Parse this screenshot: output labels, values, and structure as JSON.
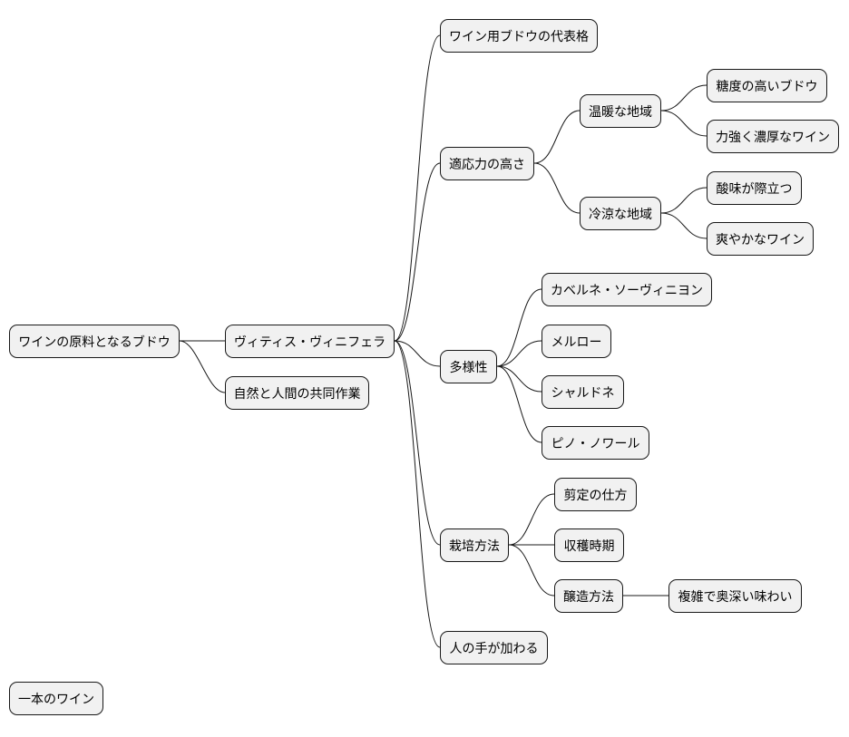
{
  "mindmap": {
    "root": "ワインの原料となるブドウ",
    "vitis": "ヴィティス・ヴィニフェラ",
    "collab": "自然と人間の共同作業",
    "rep": "ワイン用ブドウの代表格",
    "adapt": "適応力の高さ",
    "warm": "温暖な地域",
    "warm_sugar": "糖度の高いブドウ",
    "warm_wine": "力強く濃厚なワイン",
    "cool": "冷涼な地域",
    "cool_acid": "酸味が際立つ",
    "cool_wine": "爽やかなワイン",
    "diversity": "多様性",
    "cabernet": "カベルネ・ソーヴィニヨン",
    "merlot": "メルロー",
    "chardonnay": "シャルドネ",
    "pinot": "ピノ・ノワール",
    "cultivation": "栽培方法",
    "pruning": "剪定の仕方",
    "harvest": "収穫時期",
    "brewing": "醸造方法",
    "complex": "複雑で奥深い味わい",
    "human": "人の手が加わる"
  },
  "separate_node": "一本のワイン"
}
